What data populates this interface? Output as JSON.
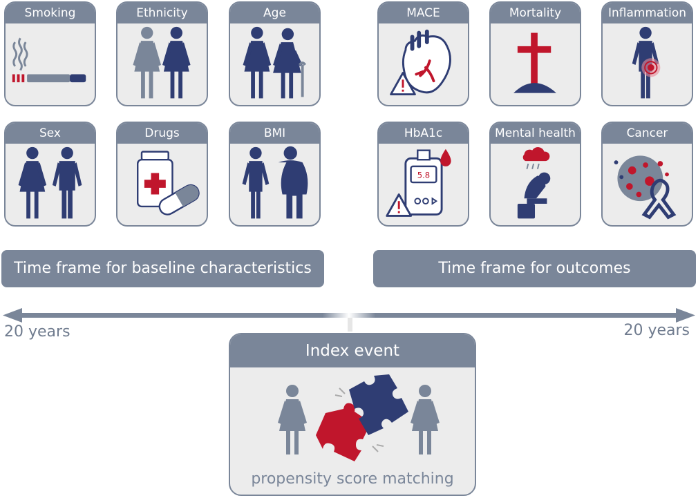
{
  "baseline_cards": [
    {
      "label": "Smoking",
      "icon": "cigarette-icon"
    },
    {
      "label": "Ethnicity",
      "icon": "two-women-icon"
    },
    {
      "label": "Age",
      "icon": "woman-and-elderly-woman-icon"
    },
    {
      "label": "Sex",
      "icon": "woman-and-man-icon"
    },
    {
      "label": "Drugs",
      "icon": "medicine-bottle-and-capsule-icon"
    },
    {
      "label": "BMI",
      "icon": "slim-and-obese-person-icon"
    }
  ],
  "outcome_cards": [
    {
      "label": "MACE",
      "icon": "heart-with-warning-icon"
    },
    {
      "label": "Mortality",
      "icon": "cross-grave-icon"
    },
    {
      "label": "Inflammation",
      "icon": "person-with-inflammation-icon"
    },
    {
      "label": "HbA1c",
      "icon": "glucose-meter-icon",
      "reading": "5.8"
    },
    {
      "label": "Mental health",
      "icon": "sad-person-under-cloud-icon"
    },
    {
      "label": "Cancer",
      "icon": "cancer-cells-and-ribbon-icon"
    }
  ],
  "timeframes": {
    "baseline": "Time frame for baseline characteristics",
    "outcomes": "Time frame for outcomes"
  },
  "timeline": {
    "left_label": "20 years",
    "right_label": "20 years"
  },
  "index_event": {
    "title": "Index event",
    "caption": "propensity score matching",
    "icon": "puzzle-pieces-icon"
  },
  "colors": {
    "navy": "#2f3d73",
    "gray_figure": "#7a8699",
    "red": "#c0162c",
    "header_gray": "#7a8699",
    "card_bg": "#ececec"
  }
}
